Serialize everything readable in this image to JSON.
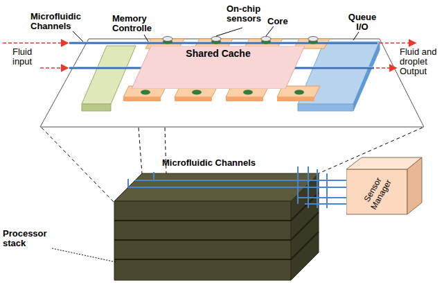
{
  "diagram": {
    "nodes": [
      {
        "text": [
          "Shared Cache"
        ]
      },
      {
        "text": [
          "Sensor Manager"
        ]
      }
    ],
    "labels": [
      "Microfluidic Channels",
      "Memory Controlle",
      "On-chip sensors",
      "Core",
      "Queue I/O",
      "Fluid input",
      "Fluid and droplet Output",
      "Microfluidic Channels",
      "Processor stack"
    ]
  }
}
